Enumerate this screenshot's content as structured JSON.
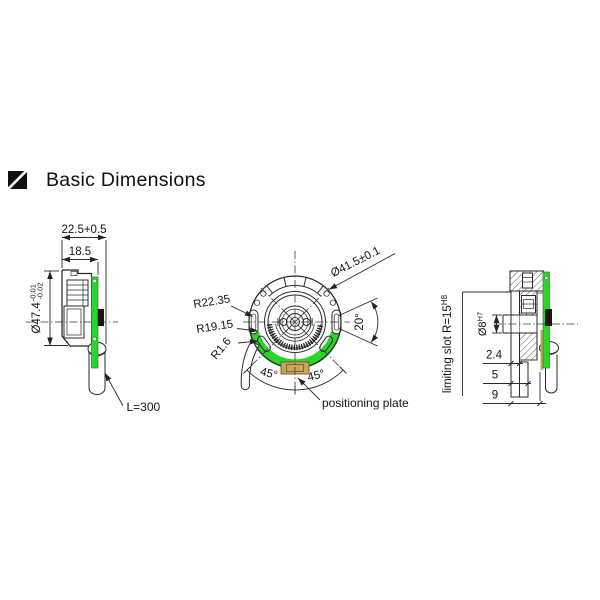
{
  "title": {
    "text": "Basic Dimensions"
  },
  "left_view": {
    "dim_total_depth": "22.5+0.5",
    "dim_body_depth": "18.5",
    "dim_outer_diameter": "Ø47.4",
    "tol_upper": "-0.01",
    "tol_lower": "-0.02",
    "cable_length": "L=300"
  },
  "front_view": {
    "dim_bolt_circle": "Ø41.5±0.1",
    "radius_outer_slot": "R22.35",
    "radius_inner_slot": "R19.15",
    "radius_slot_width": "R1.6",
    "angle_slot": "20°",
    "angle_left": "45°",
    "angle_right": "45°",
    "positioning_plate": "positioning plate"
  },
  "right_view": {
    "limiting_slot": "limiting slot R=15",
    "limiting_slot_tol": "H8",
    "shaft_diameter": "Ø8",
    "shaft_tol": "H7",
    "dim_plate_thickness": "2.4",
    "dim_step": "5",
    "dim_total": "9"
  },
  "colors": {
    "pcb_green": "#2bd32b",
    "plate_tan": "#c9a35f"
  }
}
